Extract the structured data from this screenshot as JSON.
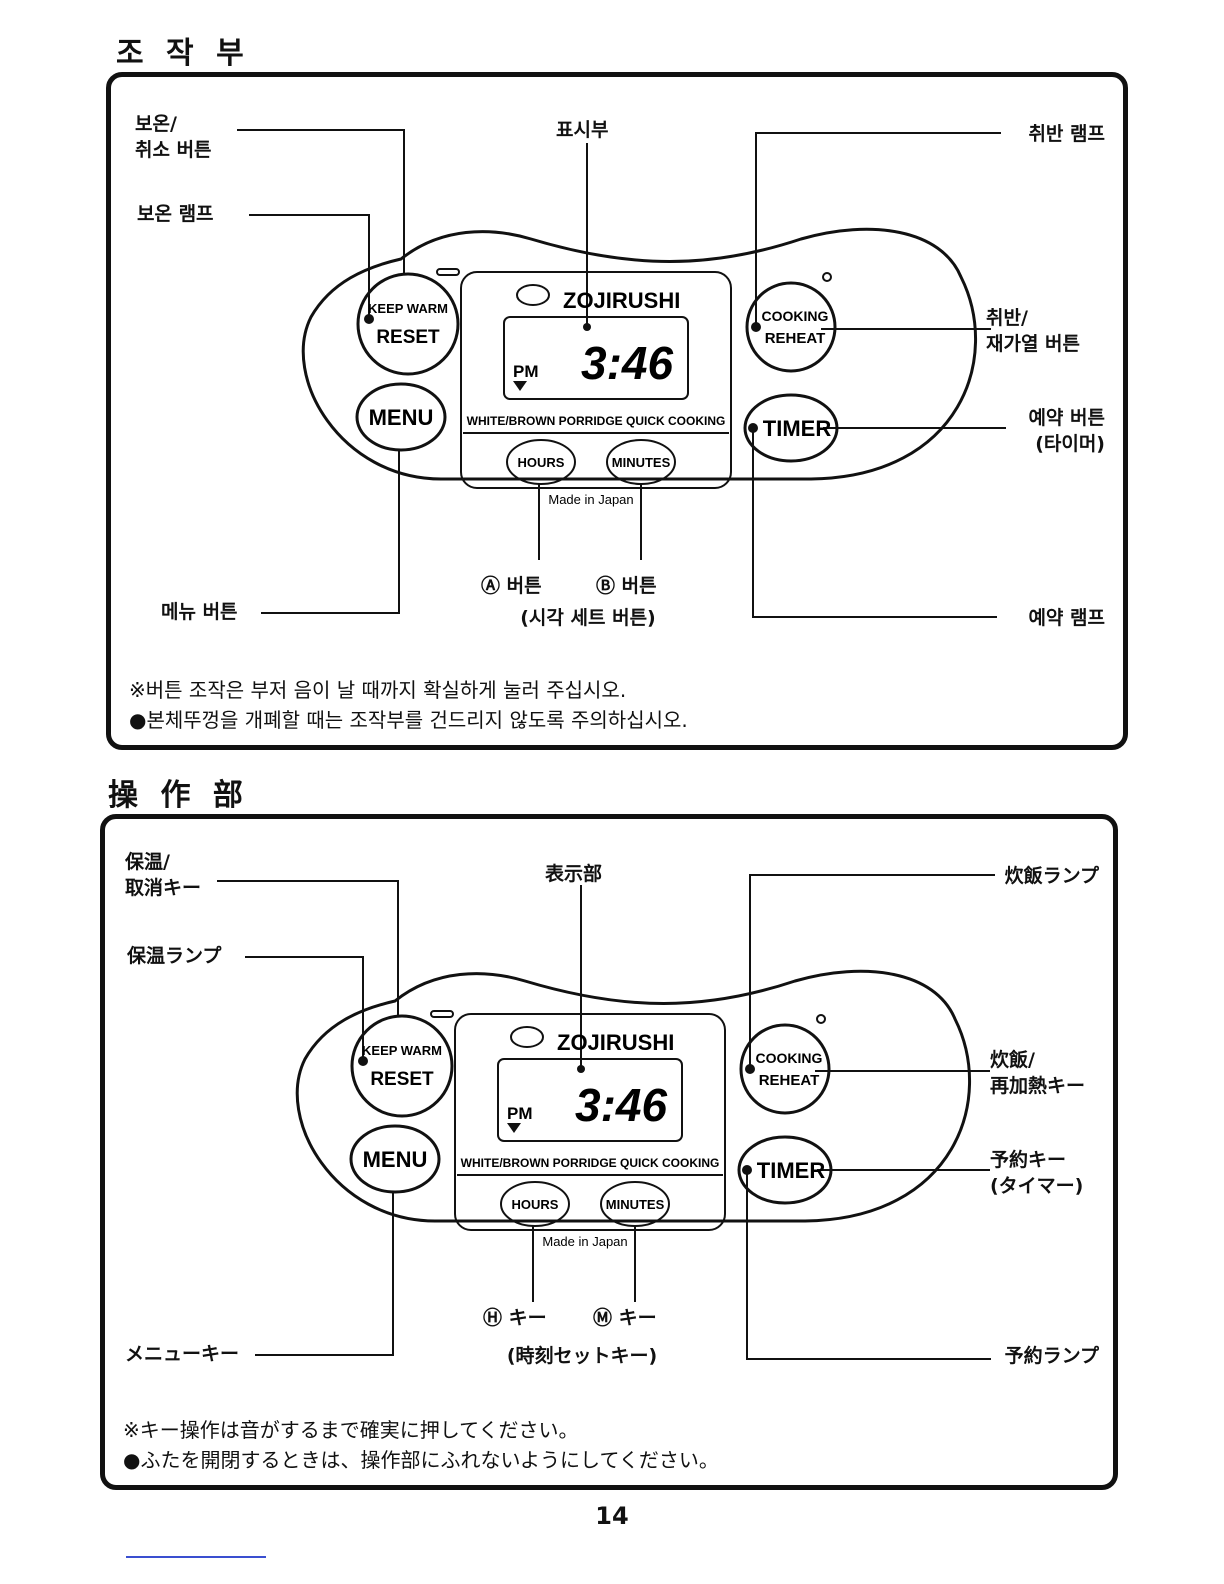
{
  "page_number": "14",
  "sections": [
    {
      "title": "조 작 부",
      "labels": {
        "keep_warm_key": "보온/\n취소 버튼",
        "keep_warm_lamp": "보온 램프",
        "display": "표시부",
        "cooking_lamp": "취반 램프",
        "cooking_key": "취반/\n재가열 버튼",
        "timer_key": "예약 버튼\n(타이머)",
        "menu_key": "메뉴 버튼",
        "hour_key": "Ⓐ 버튼",
        "minute_key": "Ⓑ 버튼",
        "time_set": "(시각 세트 버튼)",
        "timer_lamp": "예약 램프"
      },
      "notes": [
        "※버튼 조작은 부저 음이 날 때까지 확실하게 눌러 주십시오.",
        "●본체뚜껑을 개폐할 때는 조작부를 건드리지 않도록 주의하십시오."
      ]
    },
    {
      "title": "操 作 部",
      "labels": {
        "keep_warm_key": "保温/\n取消キー",
        "keep_warm_lamp": "保温ランプ",
        "display": "表示部",
        "cooking_lamp": "炊飯ランプ",
        "cooking_key": "炊飯/\n再加熱キー",
        "timer_key": "予約キー\n(タイマー)",
        "menu_key": "メニューキー",
        "hour_key": "Ⓗ キー",
        "minute_key": "Ⓜ キー",
        "time_set": "(時刻セットキー)",
        "timer_lamp": "予約ランプ"
      },
      "notes": [
        "※キー操作は音がするまで確実に押してください。",
        "●ふたを開閉するときは、操作部にふれないようにしてください。"
      ]
    }
  ],
  "panel": {
    "brand": "ZOJIRUSHI",
    "keep_warm_top": "KEEP WARM",
    "keep_warm_bottom": "RESET",
    "menu": "MENU",
    "cooking_top": "COOKING",
    "cooking_bottom": "REHEAT",
    "timer": "TIMER",
    "time_display": "3:46",
    "ampm": "PM",
    "menu_strip": "WHITE/BROWN PORRIDGE  QUICK COOKING",
    "hours": "HOURS",
    "minutes": "MINUTES",
    "origin": "Made in Japan"
  }
}
